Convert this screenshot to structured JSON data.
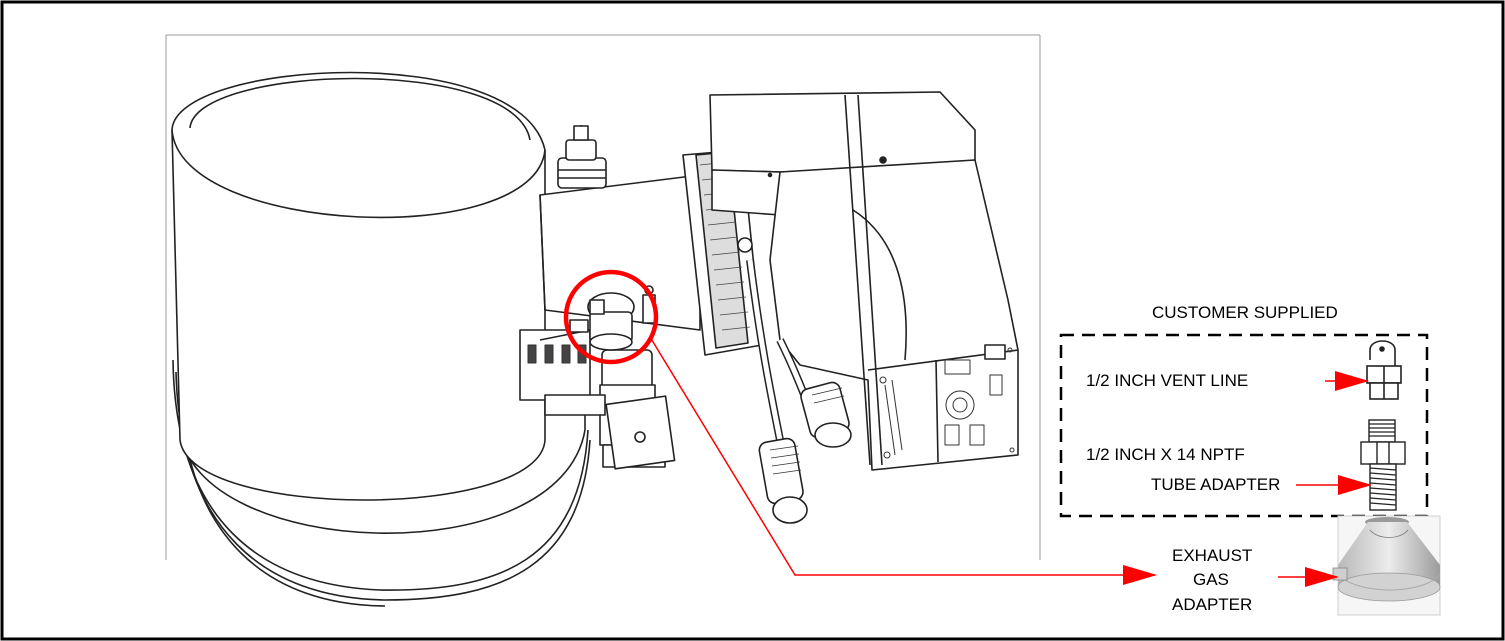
{
  "labels": {
    "customer_supplied": "CUSTOMER SUPPLIED",
    "vent_line": "1/2 INCH VENT LINE",
    "tube_adapter_line1": "1/2 INCH X 14 NPTF",
    "tube_adapter_line2": "TUBE ADAPTER",
    "exhaust_line1": "EXHAUST",
    "exhaust_line2": "GAS",
    "exhaust_line3": "ADAPTER"
  },
  "colors": {
    "callout_red": "#ff0000",
    "line": "#1a1a1a",
    "border": "#000000"
  }
}
